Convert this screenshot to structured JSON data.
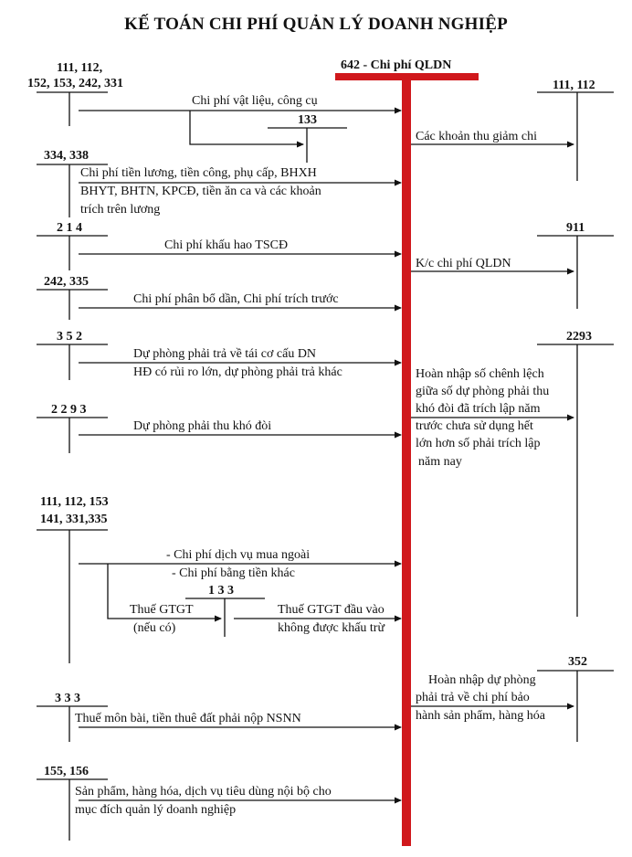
{
  "title": "KẾ TOÁN CHI PHÍ QUẢN LÝ DOANH NGHIỆP",
  "main_account": "642 - Chi phí QLDN",
  "accent_color": "#d0181c",
  "accounts": {
    "a111_l1": "111, 112,",
    "a111_l2": "152, 153, 242, 331",
    "a133_top": "133",
    "a334": "334, 338",
    "a214": "2 1 4",
    "a242": "242, 335",
    "a352": "3 5 2",
    "a2293": "2 2 9 3",
    "a111b_l1": "111, 112, 153",
    "a111b_l2": "141, 331,335",
    "a133_mid": "1 3 3",
    "a333": "3 3 3",
    "a155": "155, 156",
    "r111": "111, 112",
    "r911": "911",
    "r2293": "2293",
    "r352": "352"
  },
  "labels": {
    "vat_lieu": "Chi phí vật liệu, công cụ",
    "tien_luong_1": "Chi phí tiền lương, tiền công, phụ cấp, BHXH",
    "tien_luong_2": "BHYT, BHTN, KPCĐ, tiền ăn ca và các khoản",
    "tien_luong_3": "trích trên lương",
    "khau_hao": "Chi phí khấu hao TSCĐ",
    "phan_bo": "Chi phí phân bổ dần, Chi phí trích trước",
    "du_phong_1": "Dự phòng phải trả về tái cơ cấu DN",
    "du_phong_2": "HĐ có rủi ro lớn, dự phòng phải trả khác",
    "kho_doi": "Dự phòng phải thu khó đòi",
    "dich_vu": "- Chi phí dịch vụ mua ngoài",
    "tien_khac": "- Chi phí bằng tiền khác",
    "thue_gtgt_1": "Thuế GTGT",
    "thue_gtgt_2": "(nếu có)",
    "thue_khong_1": "Thuế GTGT đầu vào",
    "thue_khong_2": "không được khấu trừ",
    "mon_bai": "Thuế môn bài, tiền thuê đất phải nộp NSNN",
    "noi_bo_1": "Sản phẩm, hàng hóa, dịch vụ tiêu dùng nội bộ cho",
    "noi_bo_2": "mục đích quản lý doanh nghiệp",
    "thu_giam": "Các khoản thu giảm chi",
    "kc": "K/c chi phí QLDN",
    "hoan_nhap_1": "Hoàn nhập số chênh lệch",
    "hoan_nhap_2": "giữa số dự phòng phải thu",
    "hoan_nhap_3": "khó đòi đã trích lập năm",
    "hoan_nhap_4": "trước chưa sử dụng hết",
    "hoan_nhap_5": "lớn hơn số phải trích lập",
    "hoan_nhap_6": "năm nay",
    "bao_hanh_1": "Hoàn nhập dự phòng",
    "bao_hanh_2": "phải trả về chi phí bảo",
    "bao_hanh_3": "hành sản phẩm, hàng hóa"
  }
}
